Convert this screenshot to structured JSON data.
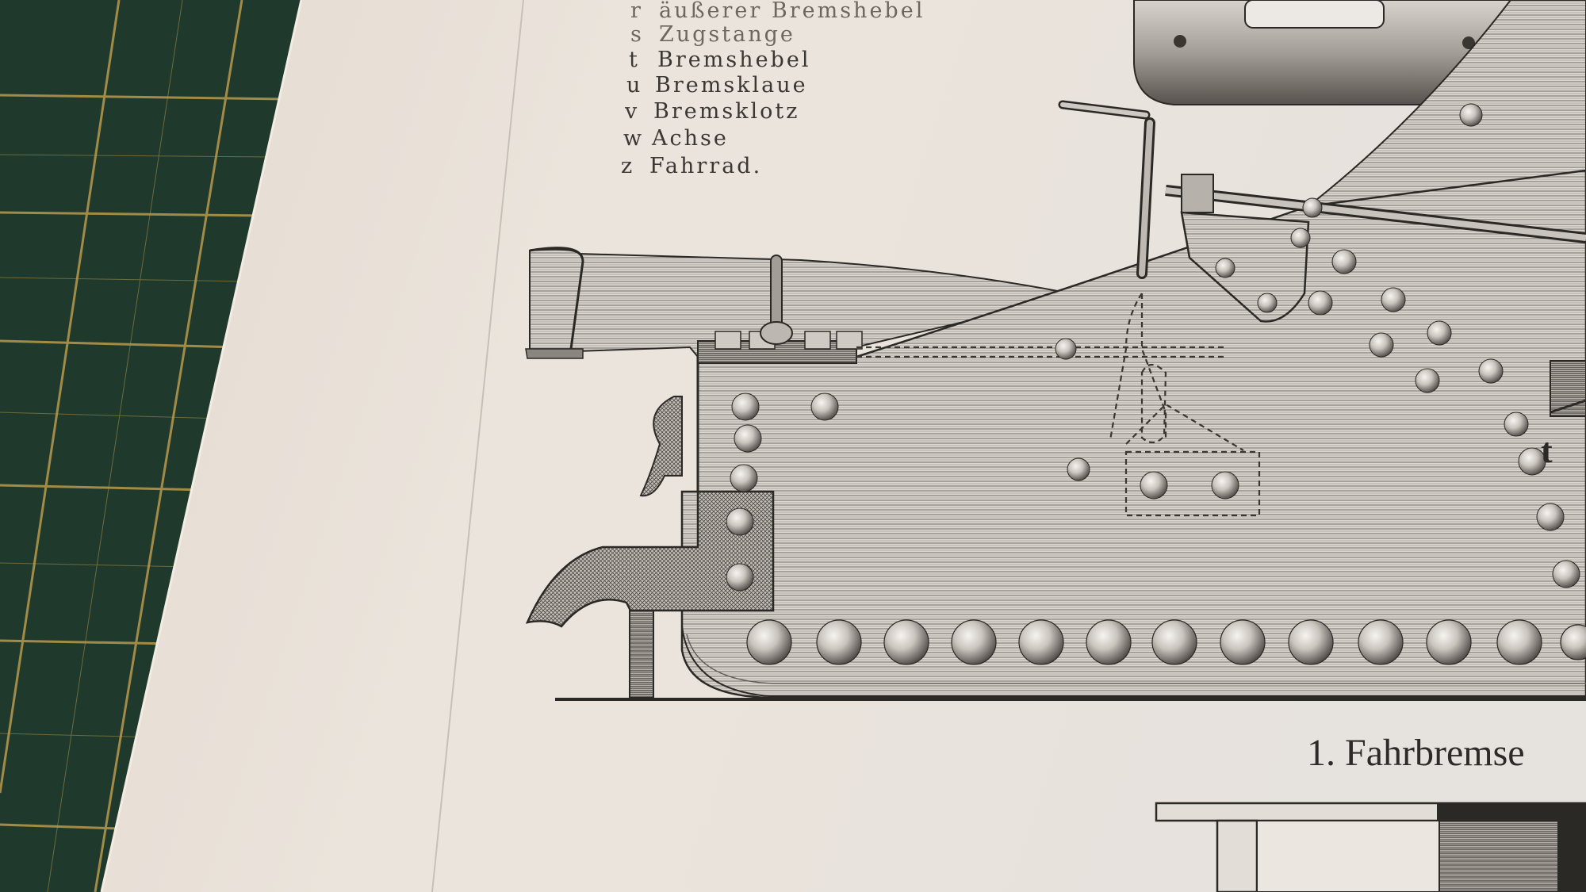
{
  "legend": [
    {
      "letter": "r",
      "text": "äußerer Bremshebel"
    },
    {
      "letter": "s",
      "text": "Zugstange"
    },
    {
      "letter": "t",
      "text": "Bremshebel"
    },
    {
      "letter": "u",
      "text": "Bremsklaue"
    },
    {
      "letter": "v",
      "text": "Bremsklotz"
    },
    {
      "letter": "w",
      "text": "Achse"
    },
    {
      "letter": "z",
      "text": "Fahrrad."
    }
  ],
  "caption": "1. Fahrbremse",
  "part_label": "t",
  "colors": {
    "mat": "#1f3a2c",
    "mat_grid": "#b99a4c",
    "paper": "#e9e2db",
    "ink": "#2b2926"
  }
}
